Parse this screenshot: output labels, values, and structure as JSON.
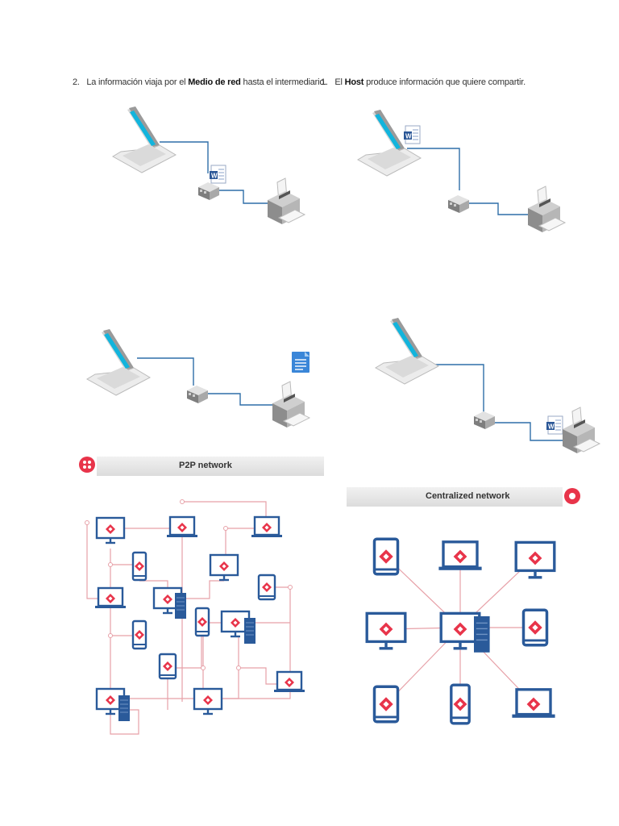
{
  "step2": {
    "number": "2.",
    "prefix": "La información viaja por el ",
    "bold": "Medio de red",
    "suffix": " hasta el intermediario."
  },
  "step1": {
    "number": "1.",
    "prefix": "El ",
    "bold": "Host",
    "suffix": " produce información que quiere compartir."
  },
  "p2p": {
    "title": "P2P network"
  },
  "centralized": {
    "title": "Centralized network"
  },
  "icons": {
    "laptop": "laptop-icon",
    "switch": "network-switch-icon",
    "printer": "printer-icon",
    "word_doc": "word-document-icon",
    "document": "document-icon",
    "server": "server-icon"
  },
  "colors": {
    "screen": "#12b4dc",
    "cable": "#2f6ea8",
    "node_blue": "#2a5a9a",
    "accent_red": "#e8344a",
    "p2p_line": "#e7a1a8",
    "banner_gray": "#dedede"
  }
}
